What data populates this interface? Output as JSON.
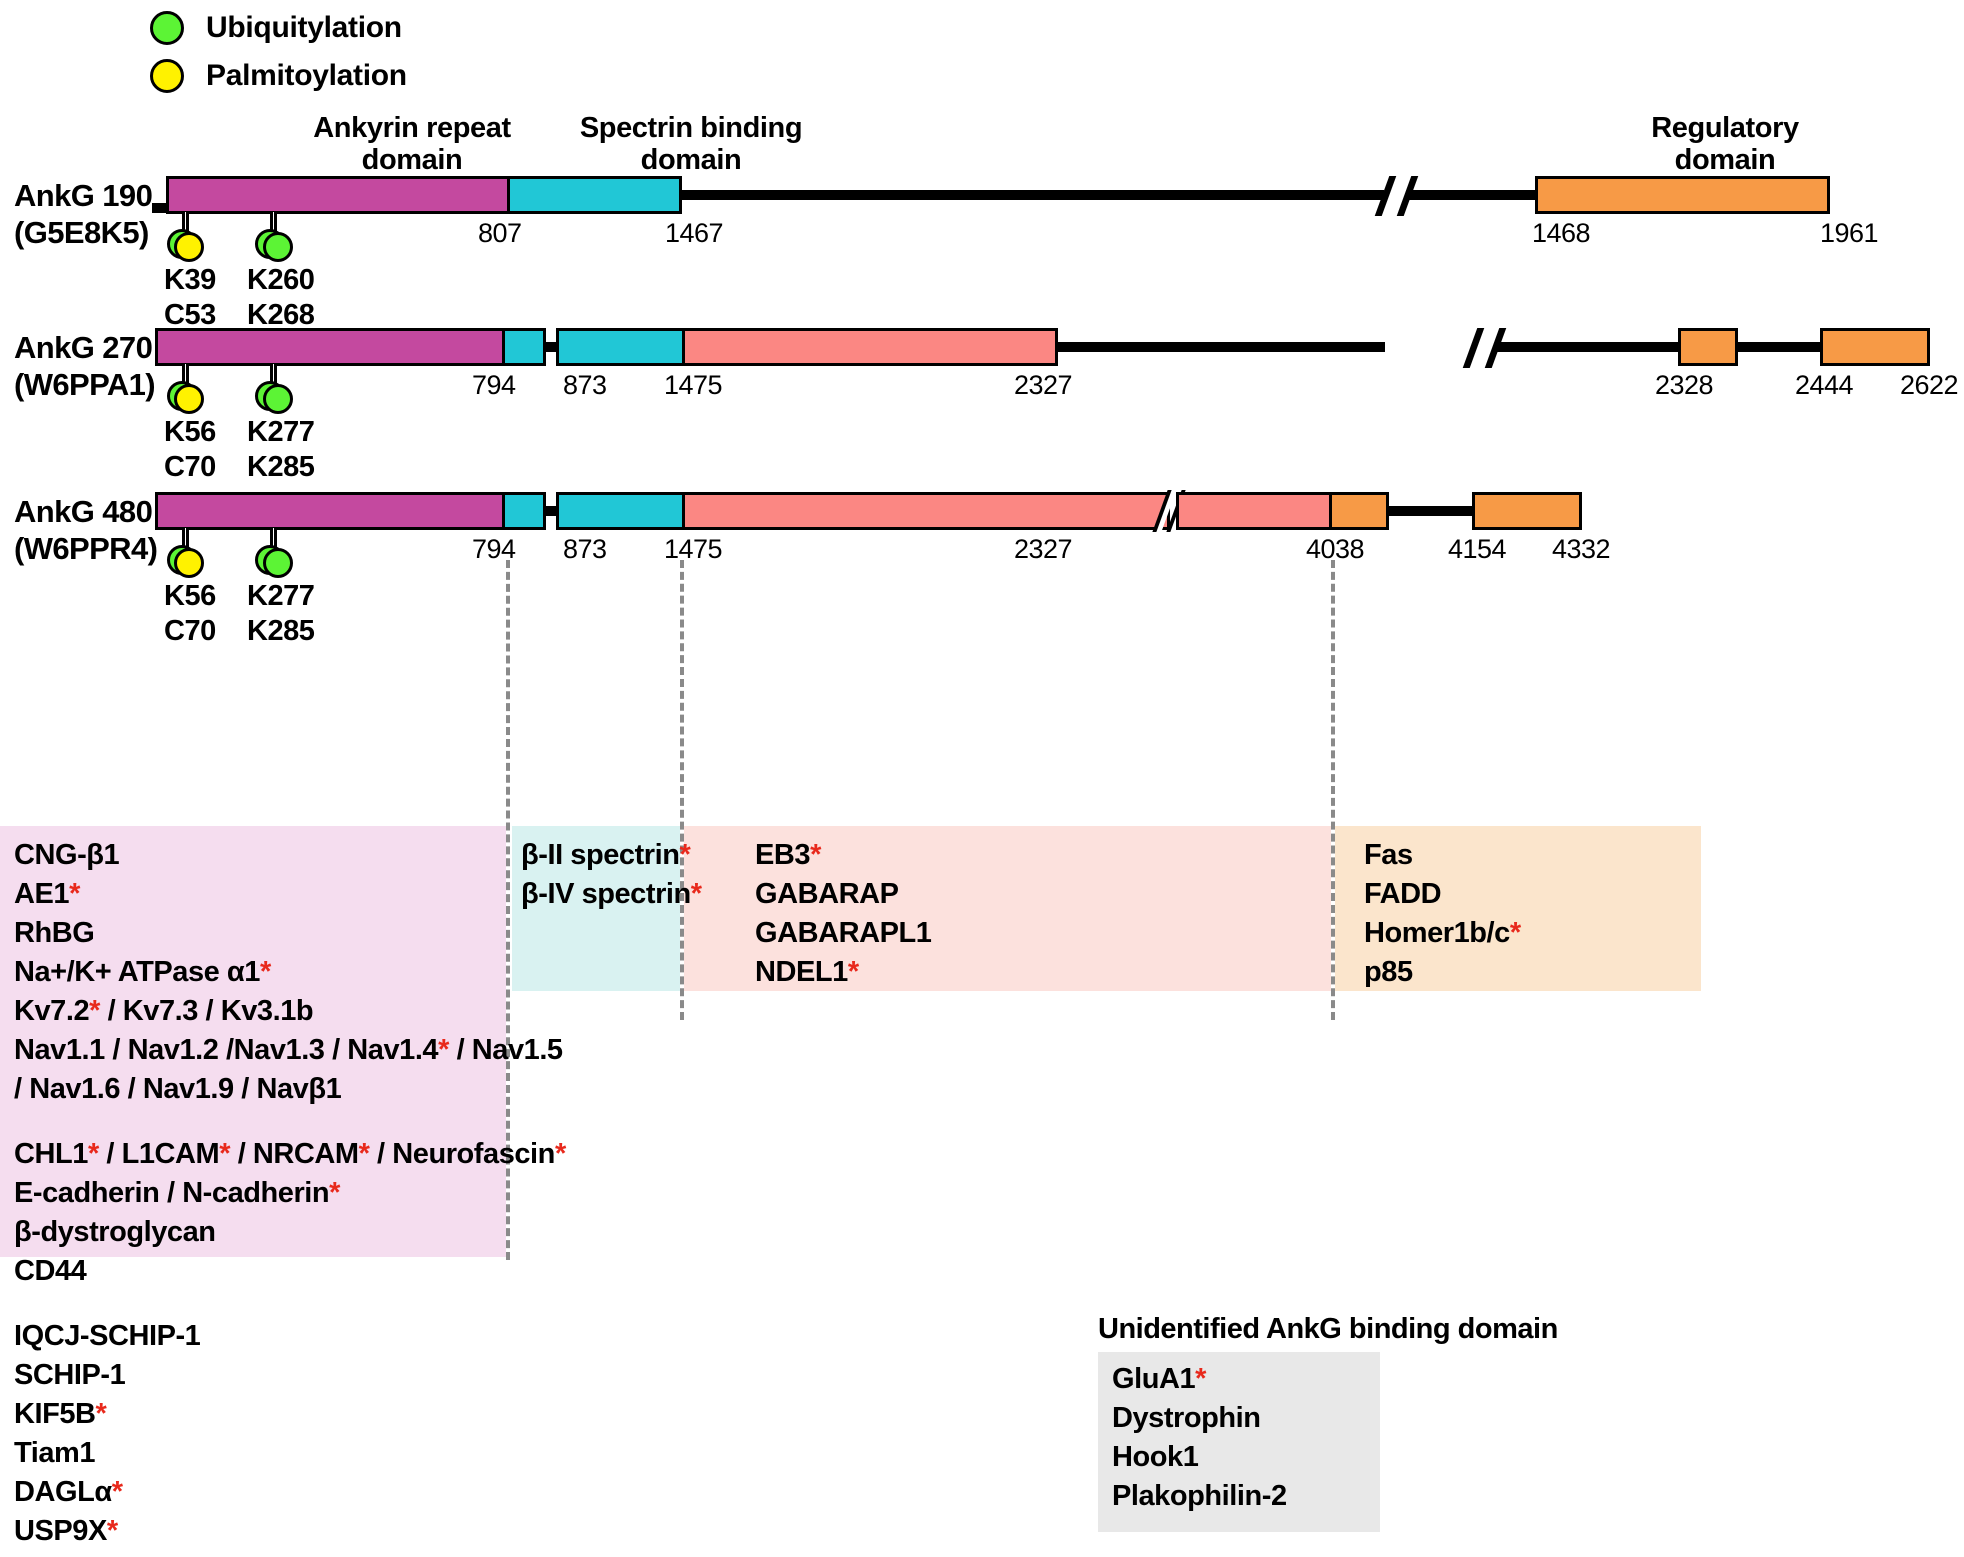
{
  "legend": {
    "items": [
      {
        "label": "Ubiquitylation",
        "color": "#5cf435",
        "icon": "circle-marker-green"
      },
      {
        "label": "Palmitoylation",
        "color": "#fff200",
        "icon": "circle-marker-yellow"
      }
    ]
  },
  "domain_headers": [
    {
      "name": "ankyrin-repeat",
      "text": "Ankyrin repeat\ndomain"
    },
    {
      "name": "spectrin-binding",
      "text": "Spectrin binding\ndomain"
    },
    {
      "name": "regulatory",
      "text": "Regulatory\ndomain"
    }
  ],
  "colors": {
    "ankyrin": "#c council",
    "ankyrin_repeat": "#c4499f",
    "spectrin": "#21c7d6",
    "serine_rich": "#fb8783",
    "regulatory": "#f79a46",
    "asterisk": "#e8291c",
    "panel_ankyrin": "#f5ddef",
    "panel_spectrin": "#d9f2f1",
    "panel_serine": "#fce1dd",
    "panel_regulatory": "#fbe5cc",
    "panel_unidentified": "#e8e8e8",
    "dashed_guide": "#8a8a8a"
  },
  "isoforms": [
    {
      "name": "AnkG 190\n(G5E8K5)",
      "label_short": "AnkG 190",
      "accession": "G5E8K5",
      "boundaries": [
        "807",
        "1467",
        "1468",
        "1961"
      ],
      "modifications": [
        {
          "residues": "K39\nC53",
          "types": [
            "ubiquitylation",
            "palmitoylation"
          ]
        },
        {
          "residues": "K260\nK268",
          "types": [
            "ubiquitylation"
          ]
        }
      ]
    },
    {
      "name": "AnkG 270\n(W6PPA1)",
      "label_short": "AnkG 270",
      "accession": "W6PPA1",
      "boundaries": [
        "794",
        "873",
        "1475",
        "2327",
        "2328",
        "2444",
        "2622"
      ],
      "modifications": [
        {
          "residues": "K56\nC70",
          "types": [
            "ubiquitylation",
            "palmitoylation"
          ]
        },
        {
          "residues": "K277\nK285",
          "types": [
            "ubiquitylation"
          ]
        }
      ]
    },
    {
      "name": "AnkG 480\n(W6PPR4)",
      "label_short": "AnkG 480",
      "accession": "W6PPR4",
      "boundaries": [
        "794",
        "873",
        "1475",
        "2327",
        "4038",
        "4154",
        "4332"
      ],
      "modifications": [
        {
          "residues": "K56\nC70",
          "types": [
            "ubiquitylation",
            "palmitoylation"
          ]
        },
        {
          "residues": "K277\nK285",
          "types": [
            "ubiquitylation"
          ]
        }
      ]
    }
  ],
  "partner_panels": {
    "ankyrin": {
      "group1": [
        {
          "text": "CNG-β1",
          "asterisk": false
        },
        {
          "text": "AE1",
          "asterisk": true
        },
        {
          "text": "RhBG",
          "asterisk": false
        },
        {
          "text": "Na+/K+ ATPase α1",
          "asterisk": true
        },
        {
          "text": "Kv7.2* / Kv7.3 / Kv3.1b",
          "asterisk": false
        },
        {
          "text": "Nav1.1 / Nav1.2 /Nav1.3 / Nav1.4* / Nav1.5",
          "asterisk": false
        },
        {
          "text": "/ Nav1.6 / Nav1.9 / Navβ1",
          "asterisk": false
        }
      ],
      "group2": [
        {
          "text": "CHL1* / L1CAM* / NRCAM* / Neurofascin*",
          "asterisk": false
        },
        {
          "text": "E-cadherin / N-cadherin",
          "asterisk": true
        },
        {
          "text": "β-dystroglycan",
          "asterisk": false
        },
        {
          "text": "CD44",
          "asterisk": false
        }
      ],
      "group3": [
        {
          "text": "IQCJ-SCHIP-1",
          "asterisk": false
        },
        {
          "text": "SCHIP-1",
          "asterisk": false
        },
        {
          "text": "KIF5B",
          "asterisk": true
        },
        {
          "text": "Tiam1",
          "asterisk": false
        },
        {
          "text": "DAGLα",
          "asterisk": true
        },
        {
          "text": "USP9X",
          "asterisk": true
        }
      ]
    },
    "spectrin": [
      {
        "text": "β-II spectrin",
        "asterisk": true
      },
      {
        "text": "β-IV spectrin",
        "asterisk": true
      }
    ],
    "serine_rich": [
      {
        "text": "EB3",
        "asterisk": true
      },
      {
        "text": "GABARAP",
        "asterisk": false
      },
      {
        "text": "GABARAPL1",
        "asterisk": false
      },
      {
        "text": "NDEL1",
        "asterisk": true
      }
    ],
    "regulatory": [
      {
        "text": "Fas",
        "asterisk": false
      },
      {
        "text": "FADD",
        "asterisk": false
      },
      {
        "text": "Homer1b/c",
        "asterisk": true
      },
      {
        "text": "p85",
        "asterisk": false
      }
    ],
    "unidentified": {
      "title": "Unidentified AnkG binding domain",
      "items": [
        {
          "text": "GluA1",
          "asterisk": true
        },
        {
          "text": "Dystrophin",
          "asterisk": false
        },
        {
          "text": "Hook1",
          "asterisk": false
        },
        {
          "text": "Plakophilin-2",
          "asterisk": false
        }
      ]
    }
  }
}
